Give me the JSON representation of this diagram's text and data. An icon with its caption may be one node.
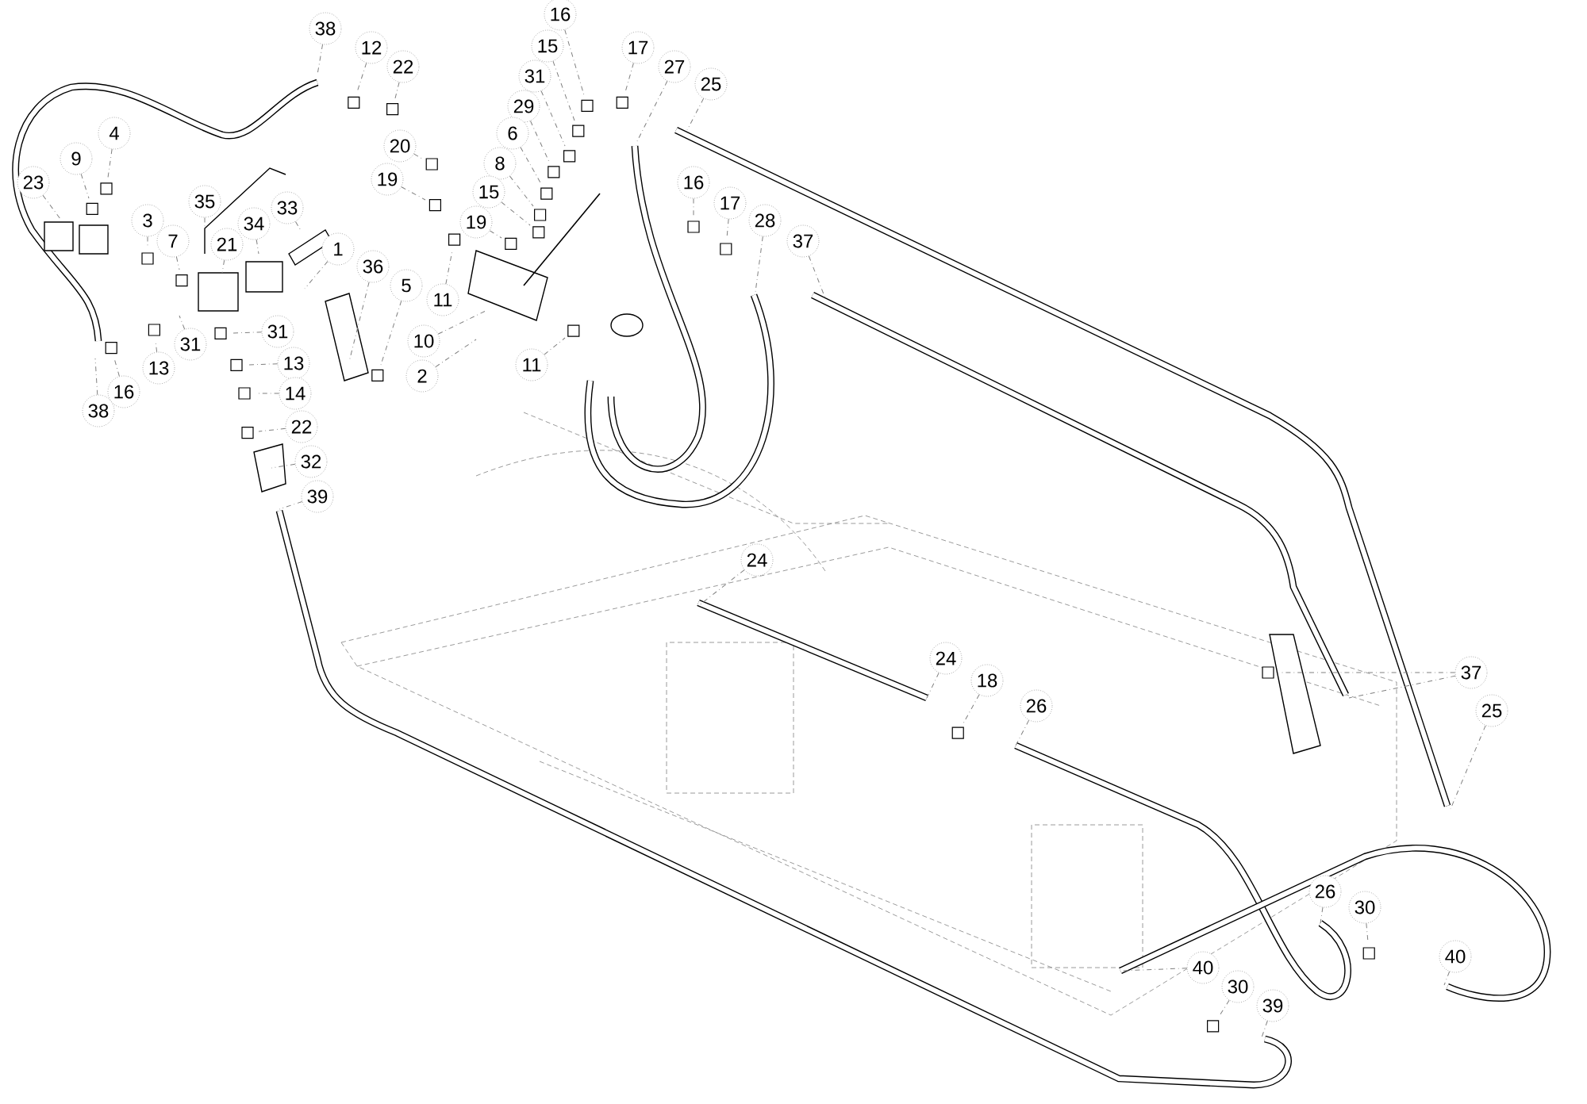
{
  "diagram": {
    "nodes": [
      {
        "text": [
          "16"
        ]
      },
      {
        "text": [
          "38"
        ]
      },
      {
        "text": [
          "15"
        ]
      },
      {
        "text": [
          "17"
        ]
      },
      {
        "text": [
          "12"
        ]
      },
      {
        "text": [
          "27"
        ]
      },
      {
        "text": [
          "22"
        ]
      },
      {
        "text": [
          "31"
        ]
      },
      {
        "text": [
          "25"
        ]
      },
      {
        "text": [
          "29"
        ]
      },
      {
        "text": [
          "4"
        ]
      },
      {
        "text": [
          "6"
        ]
      },
      {
        "text": [
          "20"
        ]
      },
      {
        "text": [
          "9"
        ]
      },
      {
        "text": [
          "8"
        ]
      },
      {
        "text": [
          "19"
        ]
      },
      {
        "text": [
          "16"
        ]
      },
      {
        "text": [
          "23"
        ]
      },
      {
        "text": [
          "15"
        ]
      },
      {
        "text": [
          "17"
        ]
      },
      {
        "text": [
          "33"
        ]
      },
      {
        "text": [
          "35"
        ]
      },
      {
        "text": [
          "3"
        ]
      },
      {
        "text": [
          "28"
        ]
      },
      {
        "text": [
          "34"
        ]
      },
      {
        "text": [
          "19"
        ]
      },
      {
        "text": [
          "7"
        ]
      },
      {
        "text": [
          "21"
        ]
      },
      {
        "text": [
          "37"
        ]
      },
      {
        "text": [
          "1"
        ]
      },
      {
        "text": [
          "36"
        ]
      },
      {
        "text": [
          "5"
        ]
      },
      {
        "text": [
          "11"
        ]
      },
      {
        "text": [
          "31"
        ]
      },
      {
        "text": [
          "10"
        ]
      },
      {
        "text": [
          "31"
        ]
      },
      {
        "text": [
          "13"
        ]
      },
      {
        "text": [
          "11"
        ]
      },
      {
        "text": [
          "13"
        ]
      },
      {
        "text": [
          "2"
        ]
      },
      {
        "text": [
          "16"
        ]
      },
      {
        "text": [
          "14"
        ]
      },
      {
        "text": [
          "38"
        ]
      },
      {
        "text": [
          "22"
        ]
      },
      {
        "text": [
          "32"
        ]
      },
      {
        "text": [
          "39"
        ]
      },
      {
        "text": [
          "24"
        ]
      },
      {
        "text": [
          "24"
        ]
      },
      {
        "text": [
          "37"
        ]
      },
      {
        "text": [
          "18"
        ]
      },
      {
        "text": [
          "26"
        ]
      },
      {
        "text": [
          "25"
        ]
      },
      {
        "text": [
          "26"
        ]
      },
      {
        "text": [
          "30"
        ]
      },
      {
        "text": [
          "40"
        ]
      },
      {
        "text": [
          "40"
        ]
      },
      {
        "text": [
          "30"
        ]
      },
      {
        "text": [
          "39"
        ]
      }
    ],
    "edges": [
      {
        "from": 0,
        "to": null,
        "arrow": "none"
      },
      {
        "from": 1,
        "to": null,
        "arrow": "none"
      },
      {
        "from": 2,
        "to": null,
        "arrow": "none"
      },
      {
        "from": 3,
        "to": null,
        "arrow": "none"
      },
      {
        "from": 4,
        "to": null,
        "arrow": "none"
      },
      {
        "from": 5,
        "to": null,
        "arrow": "none"
      },
      {
        "from": 6,
        "to": null,
        "arrow": "none"
      },
      {
        "from": 7,
        "to": null,
        "arrow": "none"
      },
      {
        "from": 8,
        "to": null,
        "arrow": "none"
      },
      {
        "from": 9,
        "to": null,
        "arrow": "none"
      },
      {
        "from": 10,
        "to": null,
        "arrow": "none"
      },
      {
        "from": 11,
        "to": null,
        "arrow": "none"
      },
      {
        "from": 12,
        "to": null,
        "arrow": "none"
      },
      {
        "from": 13,
        "to": null,
        "arrow": "none"
      },
      {
        "from": 14,
        "to": null,
        "arrow": "none"
      },
      {
        "from": 15,
        "to": null,
        "arrow": "none"
      },
      {
        "from": 16,
        "to": null,
        "arrow": "none"
      },
      {
        "from": 17,
        "to": null,
        "arrow": "none"
      },
      {
        "from": 18,
        "to": null,
        "arrow": "none"
      },
      {
        "from": 19,
        "to": null,
        "arrow": "none"
      },
      {
        "from": 20,
        "to": null,
        "arrow": "none"
      },
      {
        "from": 21,
        "to": null,
        "arrow": "none"
      },
      {
        "from": 22,
        "to": null,
        "arrow": "none"
      },
      {
        "from": 23,
        "to": null,
        "arrow": "none"
      },
      {
        "from": 24,
        "to": null,
        "arrow": "none"
      },
      {
        "from": 25,
        "to": null,
        "arrow": "none"
      },
      {
        "from": 26,
        "to": null,
        "arrow": "none"
      },
      {
        "from": 27,
        "to": null,
        "arrow": "none"
      },
      {
        "from": 28,
        "to": null,
        "arrow": "none"
      },
      {
        "from": 29,
        "to": null,
        "arrow": "none"
      },
      {
        "from": 30,
        "to": null,
        "arrow": "none"
      },
      {
        "from": 31,
        "to": null,
        "arrow": "none"
      },
      {
        "from": 32,
        "to": null,
        "arrow": "none"
      },
      {
        "from": 33,
        "to": null,
        "arrow": "none"
      },
      {
        "from": 34,
        "to": null,
        "arrow": "none"
      },
      {
        "from": 35,
        "to": null,
        "arrow": "none"
      },
      {
        "from": 36,
        "to": null,
        "arrow": "none"
      },
      {
        "from": 37,
        "to": null,
        "arrow": "none"
      },
      {
        "from": 38,
        "to": null,
        "arrow": "none"
      },
      {
        "from": 39,
        "to": null,
        "arrow": "none"
      },
      {
        "from": 40,
        "to": null,
        "arrow": "none"
      },
      {
        "from": 41,
        "to": null,
        "arrow": "none"
      },
      {
        "from": 42,
        "to": null,
        "arrow": "none"
      },
      {
        "from": 43,
        "to": null,
        "arrow": "none"
      },
      {
        "from": 44,
        "to": null,
        "arrow": "none"
      },
      {
        "from": 45,
        "to": null,
        "arrow": "none"
      },
      {
        "from": 46,
        "to": null,
        "arrow": "none"
      },
      {
        "from": 47,
        "to": null,
        "arrow": "none"
      },
      {
        "from": 48,
        "to": null,
        "arrow": "none"
      },
      {
        "from": 49,
        "to": null,
        "arrow": "none"
      },
      {
        "from": 50,
        "to": null,
        "arrow": "none"
      },
      {
        "from": 51,
        "to": null,
        "arrow": "none"
      },
      {
        "from": 52,
        "to": null,
        "arrow": "none"
      },
      {
        "from": 53,
        "to": null,
        "arrow": "none"
      },
      {
        "from": 54,
        "to": null,
        "arrow": "none"
      },
      {
        "from": 55,
        "to": null,
        "arrow": "none"
      },
      {
        "from": 56,
        "to": null,
        "arrow": "none"
      },
      {
        "from": 57,
        "to": null,
        "arrow": "none"
      },
      {
        "from": 48,
        "to": null,
        "arrow": "none"
      }
    ]
  }
}
